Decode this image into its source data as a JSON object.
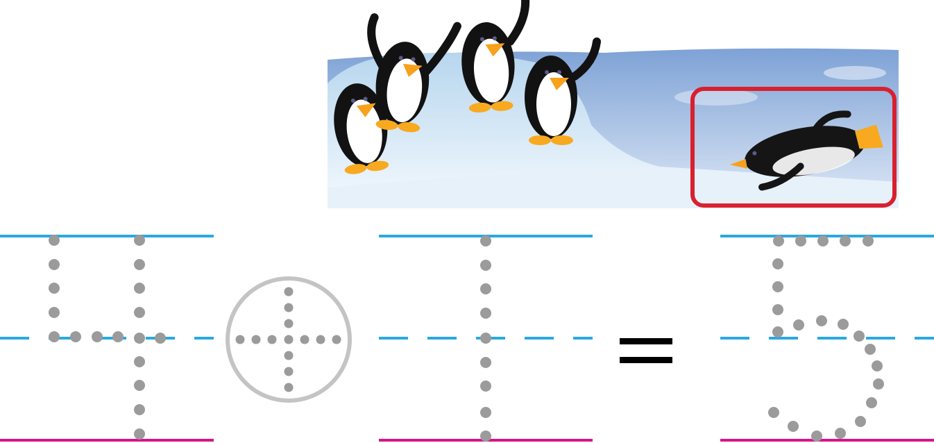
{
  "scene": {
    "group_penguins": 4,
    "added_penguins": 1,
    "highlight_color": "#d9202e",
    "sky_color": "#8fb0dc",
    "ice_color": "#dcedf9"
  },
  "equation": {
    "addend_1": 4,
    "operator": "plus",
    "addend_2": 1,
    "relation": "equals",
    "sum": 5
  },
  "colors": {
    "top_line": "#2aa8e0",
    "mid_line": "#2aa8e0",
    "base_line": "#d6168a",
    "trace_dots": "#9b9b9b",
    "circle": "#c4c4c4"
  }
}
